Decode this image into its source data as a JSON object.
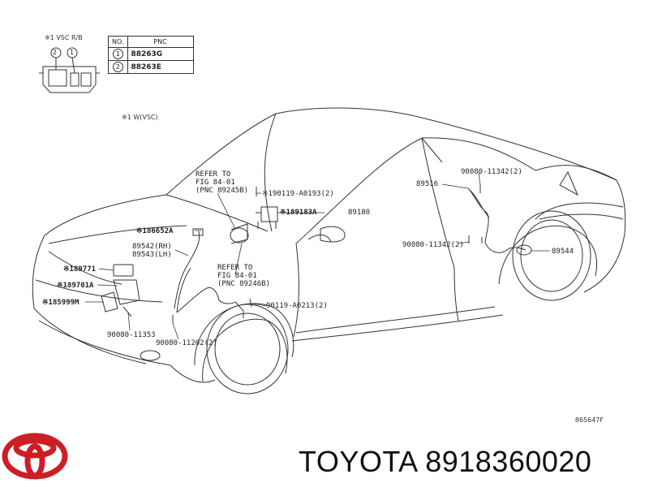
{
  "legend": {
    "title": "※1 VSC R/B",
    "header_no": "NO.",
    "header_pnc": "PNC",
    "rows": [
      {
        "no": "1",
        "pnc": "88263G"
      },
      {
        "no": "2",
        "pnc": "88263E"
      }
    ],
    "connector_pins": [
      "2",
      "1"
    ]
  },
  "sub_note": "※1 W(VSC)",
  "parts": {
    "p89516": "89516",
    "p90080_11342_top": "90080-11342(2)",
    "p89180": "89180",
    "p89183A": "※189183A",
    "p90119_A0193": "※190119-A0193(2)",
    "p86652A": "※186652A",
    "p89542": "89542(RH)",
    "p89543": "89543(LH)",
    "p89771": "※189771",
    "p89701A": "※189701A",
    "p85999M": "※185999M",
    "p90080_11342_mid": "90080-11342(2)",
    "p89544": "89544",
    "p90119_A0213": "90119-A0213(2)",
    "p90080_11353": "90080-11353",
    "p90080_11202": "90080-11202(2)"
  },
  "refer_top": "REFER TO\nFIG 84-01\n(PNC 89245B)",
  "refer_mid": "REFER TO\nFIG 84-01\n(PNC 89246B)",
  "illustration_code": "865647F",
  "brand": {
    "name": "TOYOTA",
    "part_number": "8918360020",
    "logo_color": "#cc1f25"
  }
}
